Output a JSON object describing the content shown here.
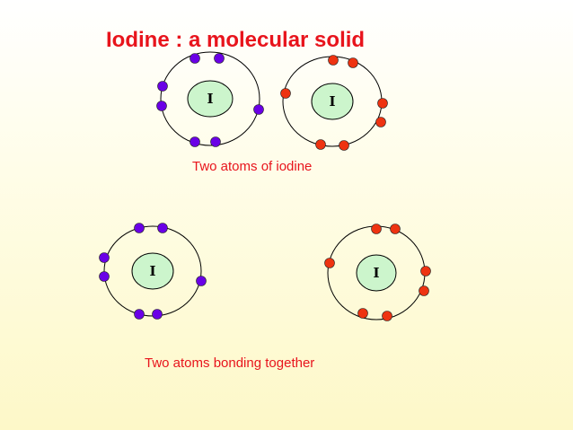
{
  "title": "Iodine : a molecular solid",
  "caption_separate": "Two atoms of iodine",
  "caption_bonding": "Two atoms bonding  together",
  "atom_symbol": "I",
  "colors": {
    "title": "#e8141c",
    "caption": "#e8141c",
    "nucleus_fill": "#ccf5cc",
    "orbit_stroke": "#000000",
    "electron_left": "#6a00e6",
    "electron_right": "#ee3311"
  },
  "atoms": [
    {
      "id": "top-left",
      "electron_color": "electron_left",
      "electrons": 7
    },
    {
      "id": "top-right",
      "electron_color": "electron_right",
      "electrons": 7
    },
    {
      "id": "bottom-left",
      "electron_color": "electron_left",
      "electrons": 7
    },
    {
      "id": "bottom-right",
      "electron_color": "electron_right",
      "electrons": 7
    }
  ]
}
